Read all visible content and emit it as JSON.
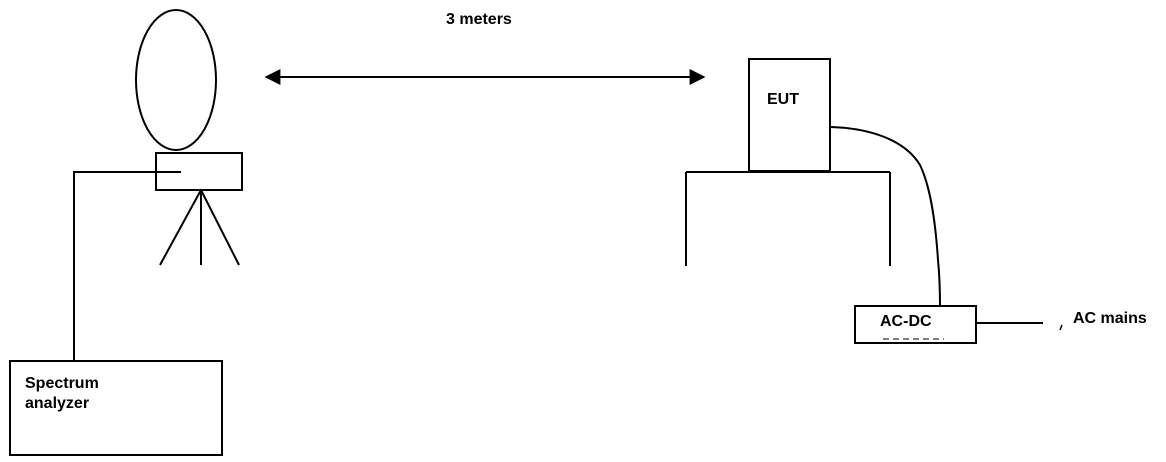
{
  "labels": {
    "distance": "3 meters",
    "eut": "EUT",
    "power_adapter": "AC-DC",
    "mains": "AC mains",
    "spectrum_line1": "Spectrum",
    "spectrum_line2": "analyzer"
  },
  "colors": {
    "stroke": "#000000",
    "background": "#ffffff"
  }
}
